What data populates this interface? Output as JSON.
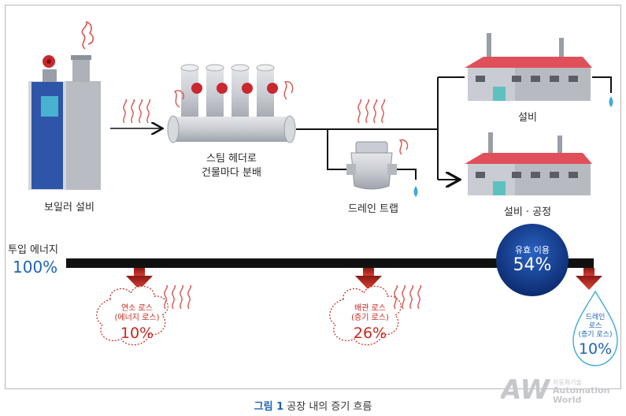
{
  "labels": {
    "boiler": "보일러 설비",
    "header_line1": "스팀 헤더로",
    "header_line2": "건물마다 분배",
    "trap": "드레인 트랩",
    "equipment": "설비",
    "equipment_process": "설비 · 공정",
    "input_line1": "투입 에너지",
    "input_pct": "100%"
  },
  "useful": {
    "label": "유효 이용",
    "pct": "54%"
  },
  "losses": [
    {
      "name_line1": "연소 로스",
      "name_line2": "(에너지 로스)",
      "pct": "10%"
    },
    {
      "name_line1": "배관 로스",
      "name_line2": "(증기 로스)",
      "pct": "26%"
    }
  ],
  "drain_loss": {
    "line1": "드레인",
    "line2": "로스",
    "line3": "(증기 로스)",
    "pct": "10%"
  },
  "caption": {
    "label": "그림 1",
    "text": "공장 내의 증기 흐름"
  },
  "watermark": {
    "logo": "AW",
    "line1": "자동화기술",
    "line2": "Automation",
    "line3": "World"
  },
  "colors": {
    "accent_blue": "#1e63b4",
    "loss_red": "#c8281e",
    "roof_red": "#e0505a",
    "boiler_blue": "#2f55a8"
  }
}
